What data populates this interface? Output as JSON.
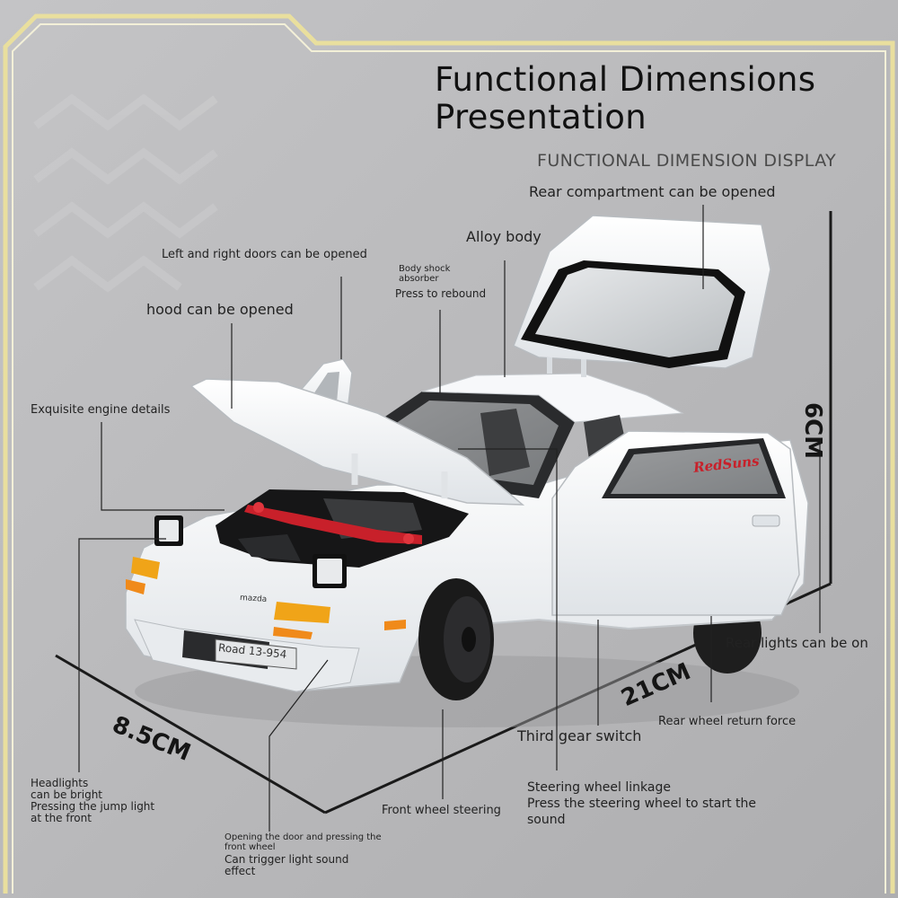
{
  "heading": {
    "title_line1": "Functional Dimensions",
    "title_line2": "Presentation",
    "subtitle": "FUNCTIONAL DIMENSION DISPLAY"
  },
  "callouts": {
    "rear_compartment": "Rear compartment can be opened",
    "alloy_body": "Alloy body",
    "doors": "Left and right doors can be opened",
    "shock_line1": "Body shock",
    "shock_line2": "absorber",
    "shock_rebound": "Press to rebound",
    "hood": "hood can be opened",
    "engine": "Exquisite engine details",
    "rear_lights": "Rear lights can be on",
    "rear_wheel": "Rear wheel return force",
    "gear": "Third gear switch",
    "steering_line1": "Steering wheel linkage",
    "steering_line2": "Press the steering wheel to start the",
    "steering_line3": "sound",
    "front_wheel": "Front wheel steering",
    "headlights_line1": "Headlights",
    "headlights_line2": "can be bright",
    "headlights_line3": "Pressing the jump light",
    "headlights_line4": "at the front",
    "door_line1": "Opening the door and pressing the",
    "door_line2": "front wheel",
    "door_line3": "Can trigger light sound",
    "door_line4": "effect"
  },
  "dimensions": {
    "height": "6CM",
    "length": "21CM",
    "width": "8.5CM"
  },
  "car": {
    "brand": "mazda",
    "plate": "Road 13-954",
    "decal": "RedSuns",
    "body_color": "#f4f6f8",
    "engine_red": "#c8202a"
  }
}
